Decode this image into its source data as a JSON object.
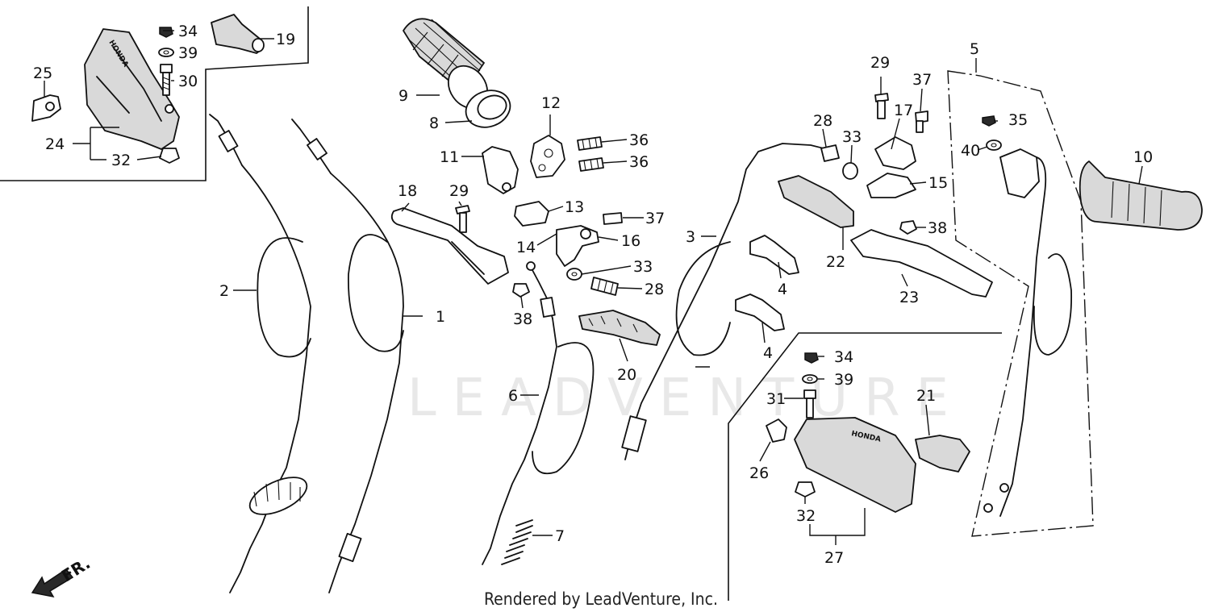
{
  "credit": "Rendered by LeadVenture, Inc.",
  "watermark": "LEADVENTURE",
  "direction_label": "FR.",
  "brand_mark": "HONDA",
  "callouts": {
    "c1": "1",
    "c2": "2",
    "c3": "3",
    "c4a": "4",
    "c4b": "4",
    "c5": "5",
    "c6": "6",
    "c7": "7",
    "c8": "8",
    "c9": "9",
    "c10": "10",
    "c11": "11",
    "c12": "12",
    "c13": "13",
    "c14": "14",
    "c15": "15",
    "c16": "16",
    "c17": "17",
    "c18": "18",
    "c19": "19",
    "c20": "20",
    "c21": "21",
    "c22": "22",
    "c23": "23",
    "c24": "24",
    "c25": "25",
    "c26": "26",
    "c27": "27",
    "c28a": "28",
    "c28b": "28",
    "c29a": "29",
    "c29b": "29",
    "c30": "30",
    "c31": "31",
    "c32a": "32",
    "c32b": "32",
    "c33a": "33",
    "c33b": "33",
    "c34a": "34",
    "c34b": "34",
    "c35": "35",
    "c36a": "36",
    "c36b": "36",
    "c37a": "37",
    "c37b": "37",
    "c38a": "38",
    "c38b": "38",
    "c39a": "39",
    "c39b": "39",
    "c40": "40"
  }
}
